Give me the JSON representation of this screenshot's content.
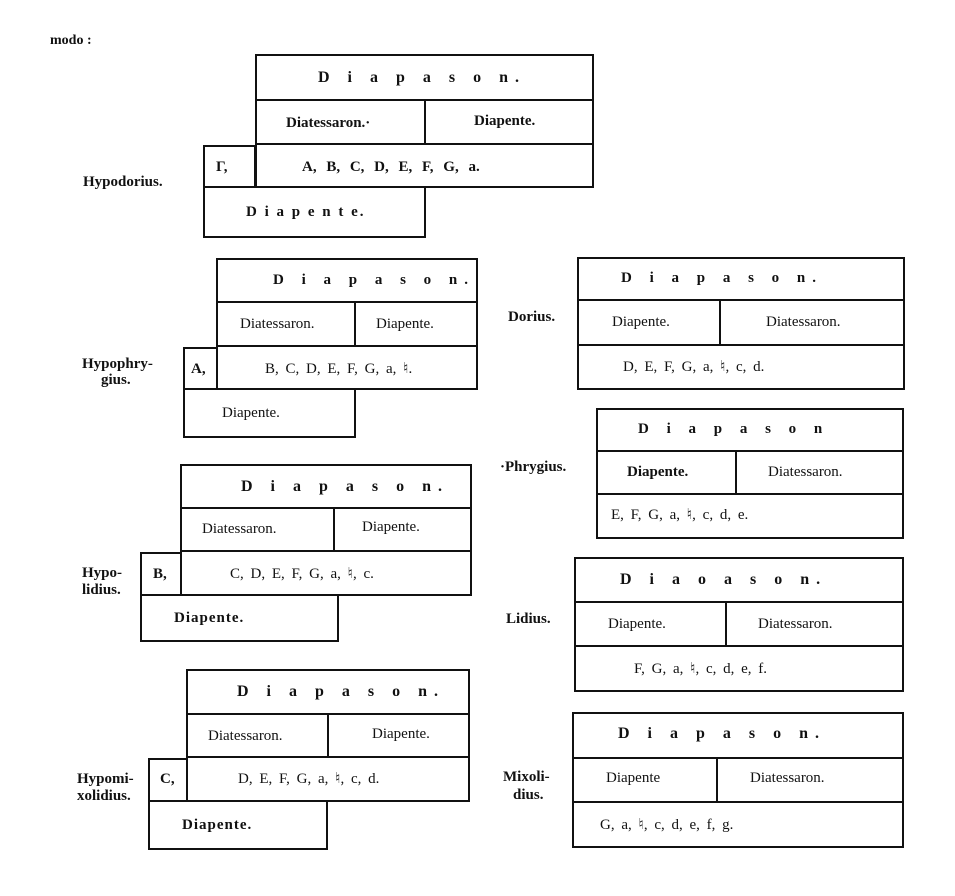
{
  "header": {
    "text": "modo :"
  },
  "modes": {
    "hypodorius": {
      "name": "Hypodorius.",
      "diapason": "D i a p a s o n.",
      "left_interval": "Diatessaron.·",
      "right_interval": "Diapente.",
      "first_note": "Γ,",
      "notes": "A,   B,   C,   D,   E,   F,   G,   a.",
      "bottom": "D i a p e n t e."
    },
    "hypophrygius": {
      "name_line1": "Hypophry-",
      "name_line2": "gius.",
      "diapason": "D i a p a s o n.",
      "left_interval": "Diatessaron.",
      "right_interval": "Diapente.",
      "first_note": "A,",
      "notes": "B,  C,  D,  E,  F,  G,  a,  ♮.",
      "bottom": "Diapente."
    },
    "hypolidius": {
      "name_line1": "Hypo-",
      "name_line2": "lidius.",
      "diapason": "D i a p a s o n.",
      "left_interval": "Diatessaron.",
      "right_interval": "Diapente.",
      "first_note": "B,",
      "notes": "C,  D,  E,  F,  G,  a,  ♮,  c.",
      "bottom": "Diapente."
    },
    "hypomixolidius": {
      "name_line1": "Hypomi-",
      "name_line2": "xolidius.",
      "diapason": "D i a p a s o n.",
      "left_interval": "Diatessaron.",
      "right_interval": "Diapente.",
      "first_note": "C,",
      "notes": "D,  E,  F,  G,  a,  ♮,  c,  d.",
      "bottom": "Diapente."
    },
    "dorius": {
      "name": "Dorius.",
      "diapason": "D i a p a s o n.",
      "left_interval": "Diapente.",
      "right_interval": "Diatessaron.",
      "notes": "D,  E,  F,  G,  a,  ♮,  c,  d."
    },
    "phrygius": {
      "name": "·Phrygius.",
      "diapason": "D i a p a s o n",
      "left_interval": "Diapente.",
      "right_interval": "Diatessaron.",
      "notes": "E,  F,  G,  a,  ♮,  c,  d,  e."
    },
    "lidius": {
      "name": "Lidius.",
      "diapason": "D i a o a s o n.",
      "left_interval": "Diapente.",
      "right_interval": "Diatessaron.",
      "notes": "F,  G,  a,  ♮,  c,  d,  e,  f."
    },
    "mixolidius": {
      "name_line1": "Mixoli-",
      "name_line2": "dius.",
      "diapason": "D i a p a s o n.",
      "left_interval": "Diapente",
      "right_interval": "Diatessaron.",
      "notes": "G,  a,  ♮,  c,  d,  e,  f,  g."
    }
  }
}
